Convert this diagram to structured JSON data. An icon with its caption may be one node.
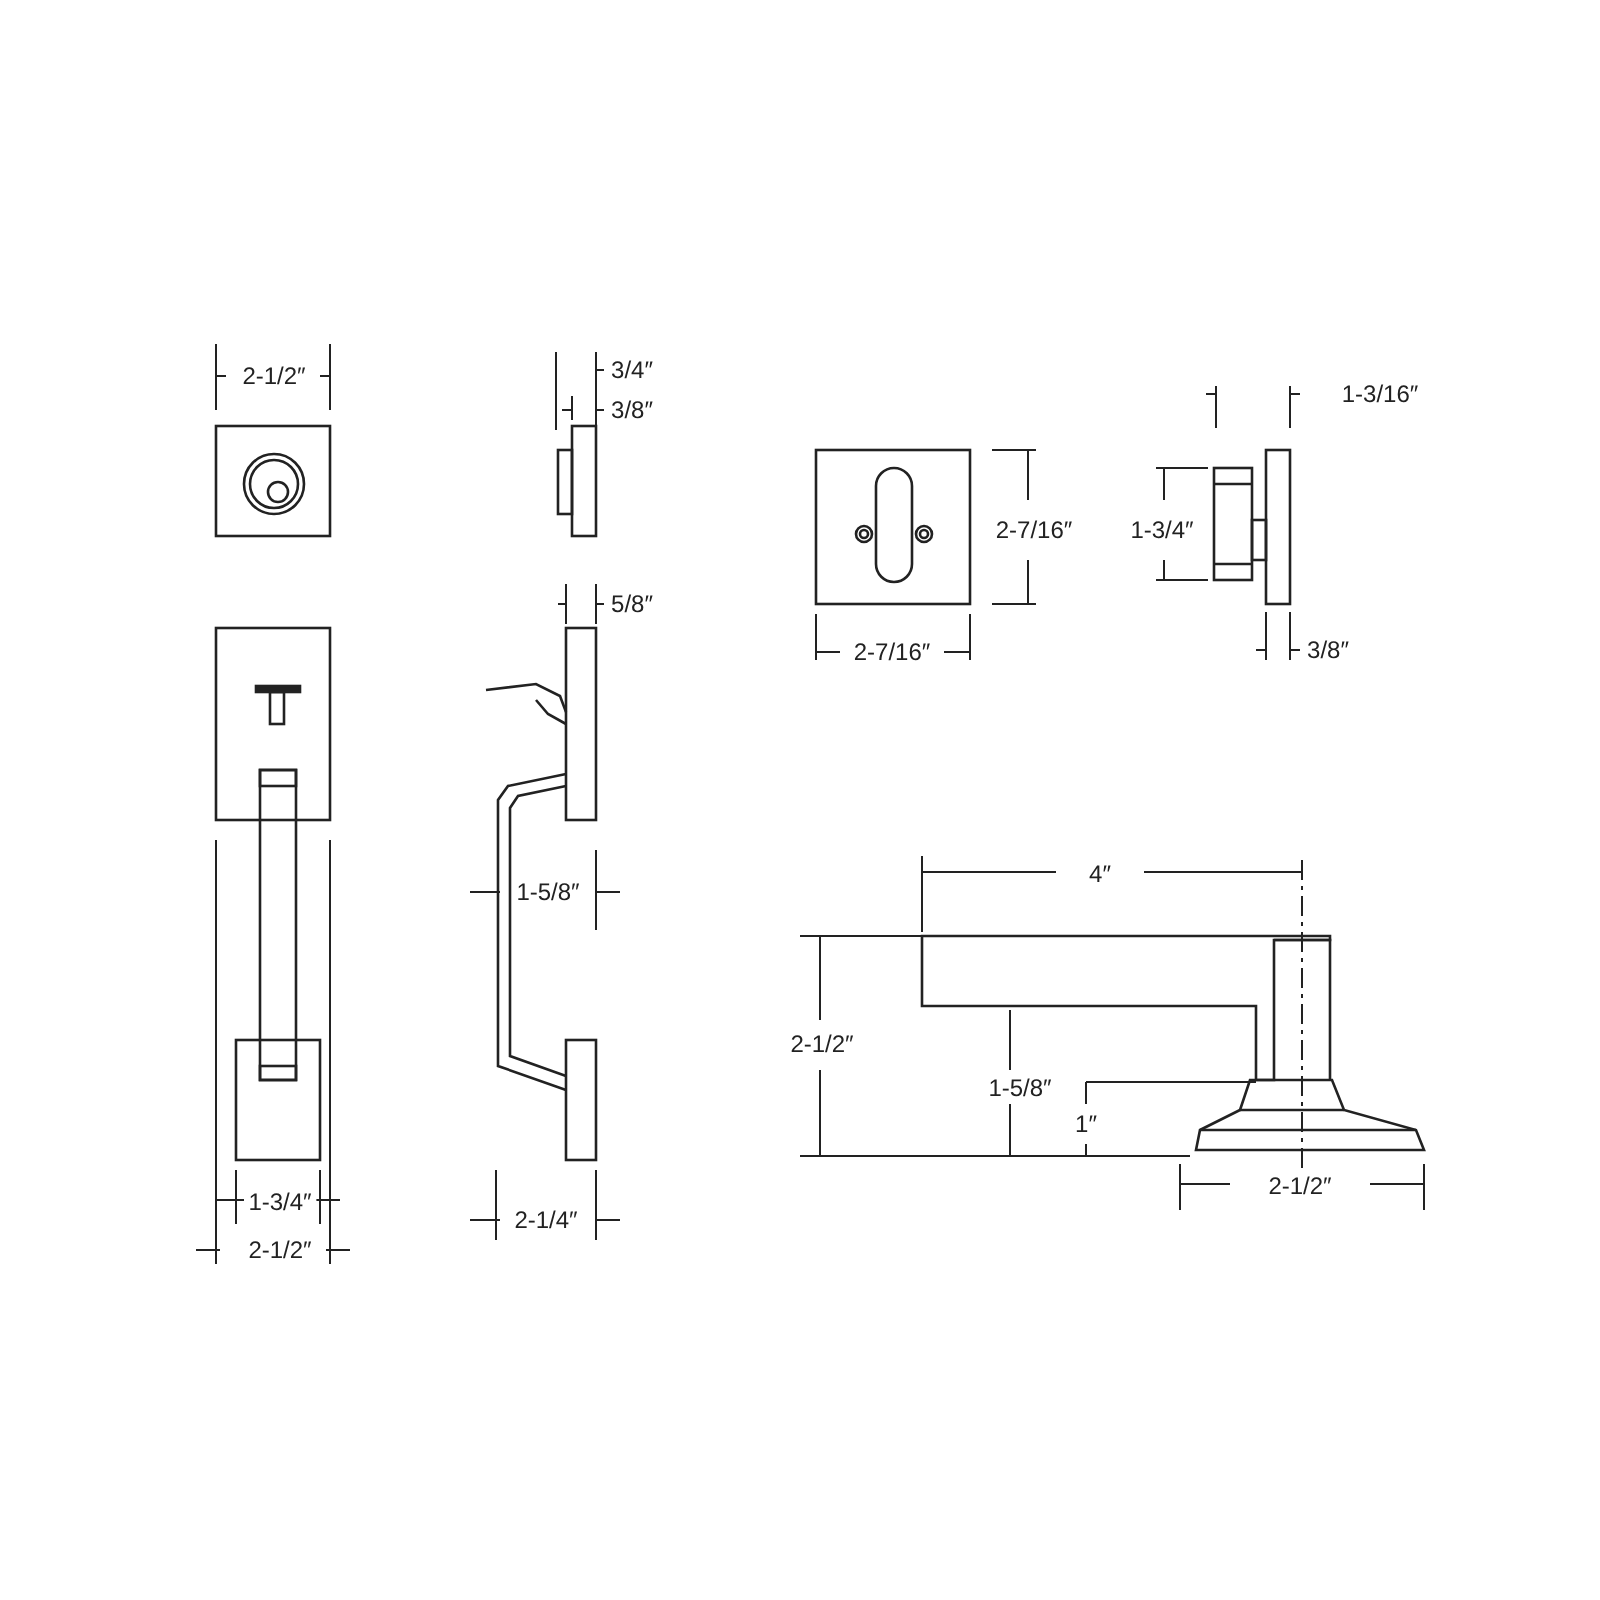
{
  "diagram": {
    "labels": [
      "2-1/2″",
      "3/4″",
      "1-3/16″",
      "3/8″",
      "1-3/4″",
      "2-7/16″",
      "5/8″",
      "2-7/16″",
      "3/8″",
      "4″",
      "1-5/8″",
      "2-1/2″",
      "1-5/8″",
      "1″",
      "2-1/2″",
      "1-3/4″",
      "2-1/4″",
      "2-1/2″"
    ]
  }
}
